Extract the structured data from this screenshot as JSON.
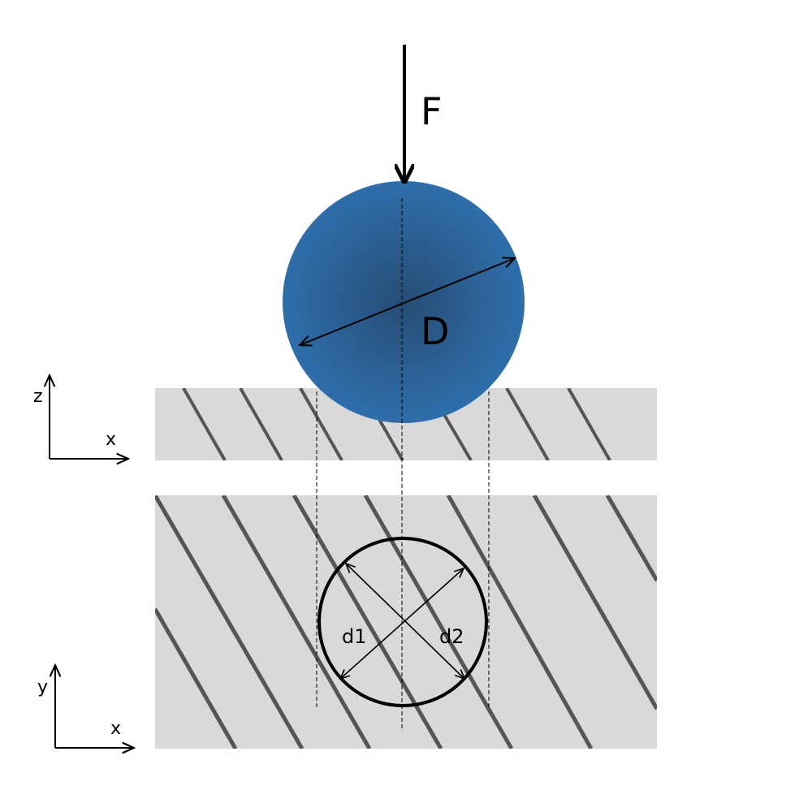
{
  "labels": {
    "force": "F",
    "ball_diameter": "D",
    "indent_diag_1": "d1",
    "indent_diag_2": "d2"
  },
  "axes_side_view": {
    "vertical": "z",
    "horizontal": "x"
  },
  "axes_top_view": {
    "vertical": "y",
    "horizontal": "x"
  },
  "colors": {
    "ball": "#2e6aa6",
    "ball_center": "#264d74",
    "specimen": "#d9d9d9",
    "hatch": "#555555",
    "lines": "#000000"
  }
}
